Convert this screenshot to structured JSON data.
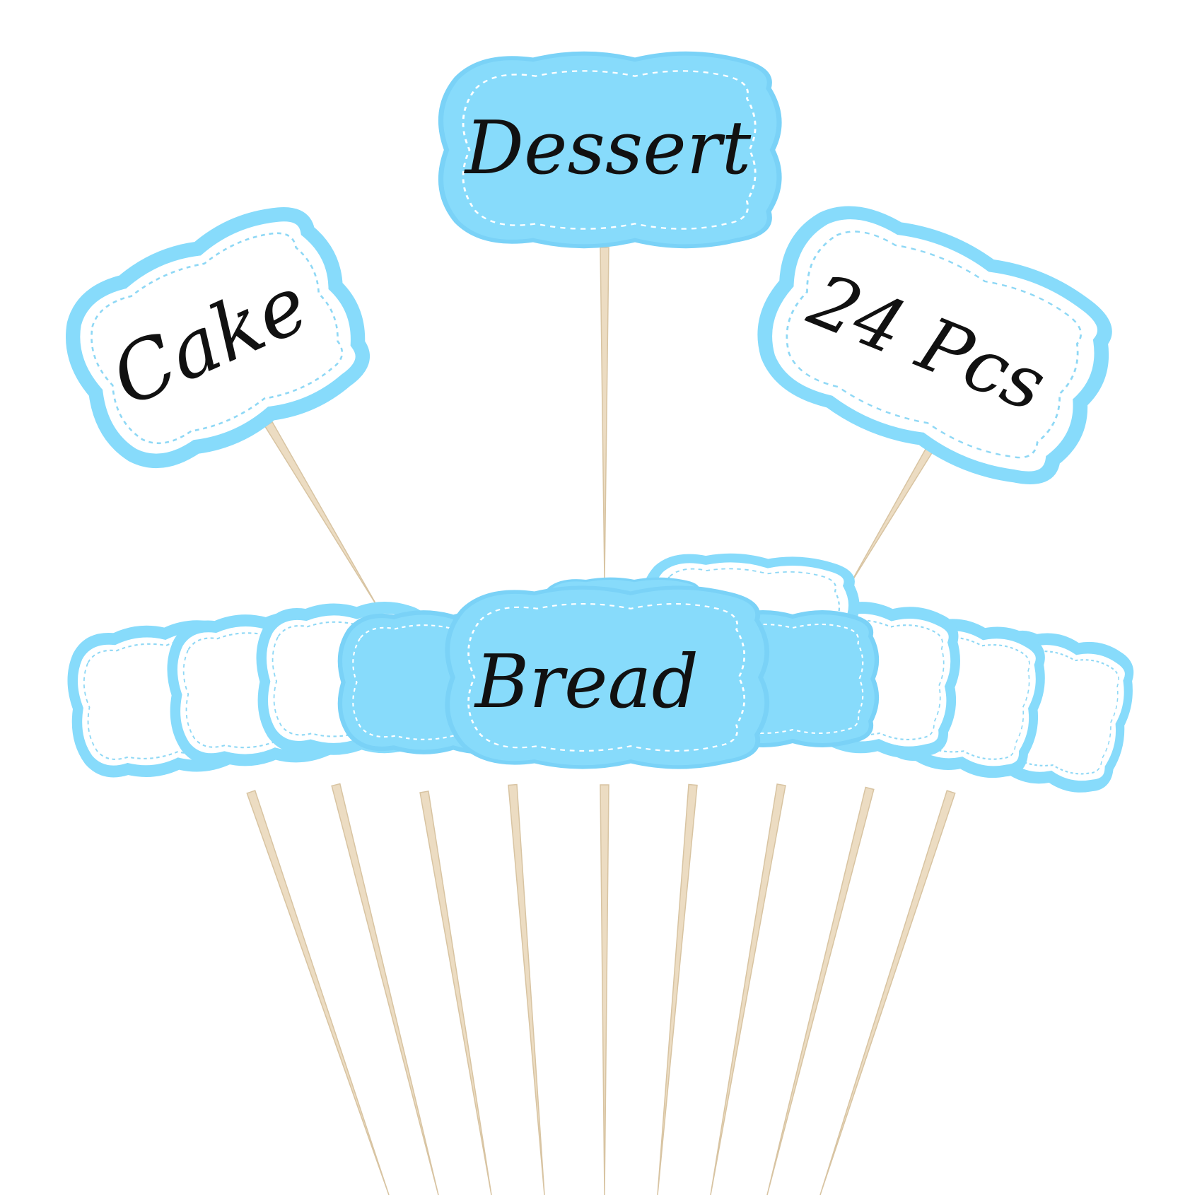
{
  "picks": {
    "top_center": {
      "text": "Dessert"
    },
    "left": {
      "text": "Cake"
    },
    "right": {
      "text": "24 Pcs"
    },
    "front_center": {
      "text": "Bread"
    }
  },
  "colors": {
    "background": "#ffffff",
    "card_blue": "#87dbfb",
    "card_border": "#7ad2f7",
    "card_white": "#ffffff",
    "stitch": "#ffffff",
    "stitch_on_white": "#8fd8f5",
    "stick": "#ecdcc2",
    "stick_edge": "#d8c4a2",
    "ink": "#111111"
  }
}
